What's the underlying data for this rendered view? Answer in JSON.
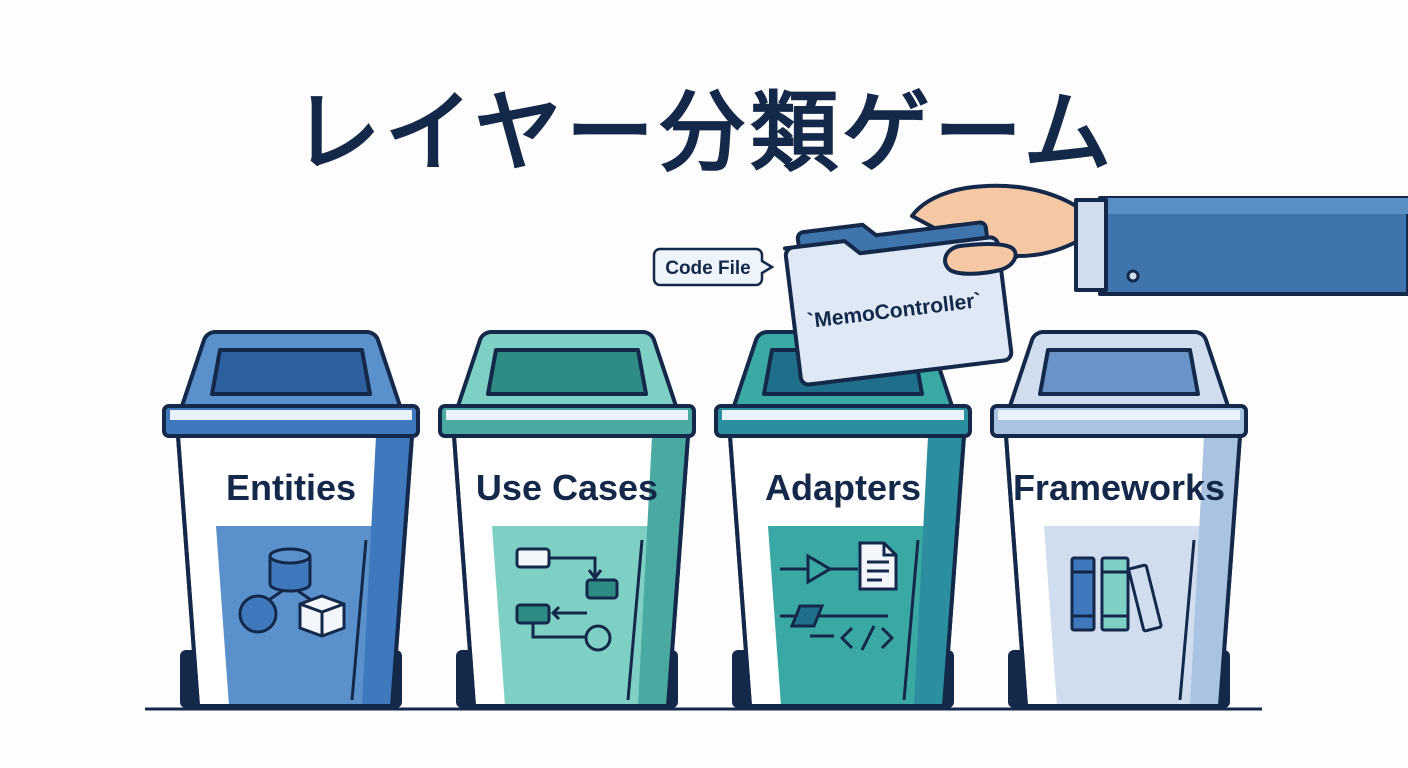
{
  "title": "レイヤー分類ゲーム",
  "callout": "Code File",
  "file_name": "`MemoController`",
  "bins": [
    {
      "label": "Entities",
      "icon": "database-shapes-icon",
      "body": "#5a90cc",
      "dark": "#2e5f9e",
      "accent": "#3f78bc"
    },
    {
      "label": "Use Cases",
      "icon": "flowchart-icon",
      "body": "#7fd0c4",
      "dark": "#2f8c84",
      "accent": "#4aa9a0"
    },
    {
      "label": "Adapters",
      "icon": "adapter-code-icon",
      "body": "#3aa9a6",
      "dark": "#1f6f8a",
      "accent": "#2b8fa0"
    },
    {
      "label": "Frameworks",
      "icon": "books-icon",
      "body": "#cfddef",
      "dark": "#6a94c8",
      "accent": "#aac3e3"
    }
  ],
  "colors": {
    "outline": "#14284a",
    "sleeve": "#3f74ac",
    "skin": "#f6c9a4",
    "folder": "#dfe9f6"
  }
}
